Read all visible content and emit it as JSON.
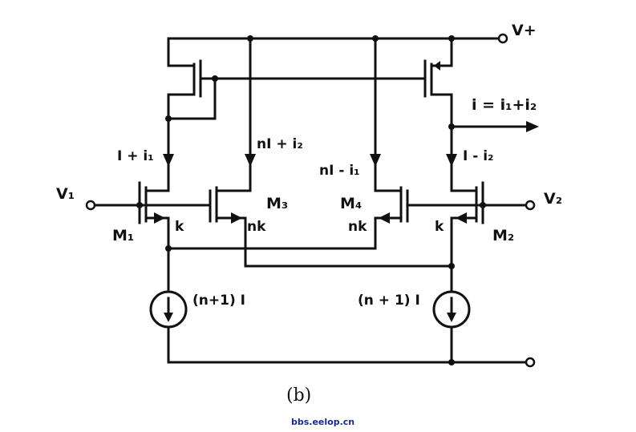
{
  "figure": {
    "caption": "(b)",
    "watermark": "bbs.eelop.cn"
  },
  "terminals": {
    "vplus": "V+",
    "v1": "V₁",
    "v2": "V₂"
  },
  "transistors": {
    "m1": "M₁",
    "m2": "M₂",
    "m3": "M₃",
    "m4": "M₄"
  },
  "currents": {
    "output": "i = i₁+i₂",
    "left_branch": "I + i₁",
    "m3_branch": "nI + i₂",
    "m4_branch": "nI - i₁",
    "right_branch": "I - i₂",
    "left_source": "(n+1) I",
    "right_source": "(n + 1) I"
  },
  "sizes": {
    "m1": "k",
    "m2": "k",
    "m3": "nk",
    "m4": "nk"
  }
}
